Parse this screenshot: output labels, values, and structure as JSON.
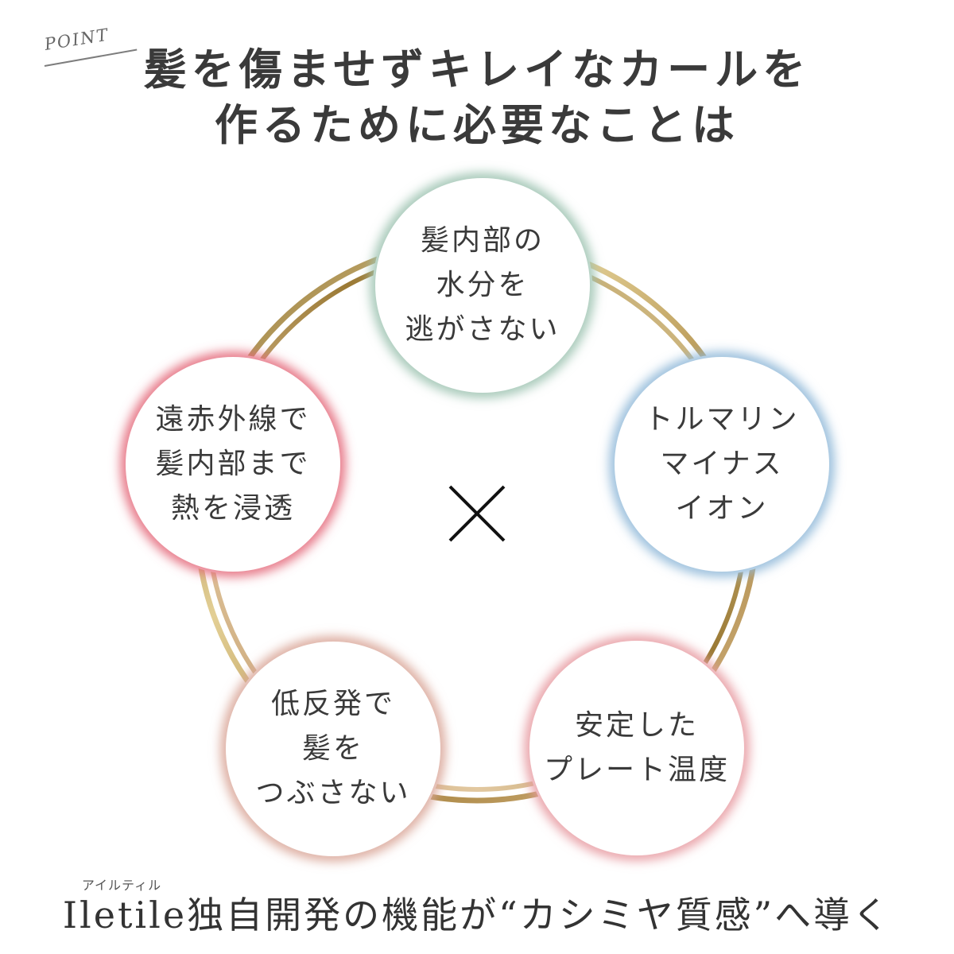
{
  "badge": {
    "label": "POINT"
  },
  "headline": {
    "line1": "髪を傷ませずキレイなカールを",
    "line2": "作るために必要なことは"
  },
  "center_symbol": "×",
  "features": [
    {
      "id": "top",
      "lines": [
        "髪内部の",
        "水分を",
        "逃がさない"
      ],
      "color": "#9cc2b0"
    },
    {
      "id": "right",
      "lines": [
        "トルマリン",
        "マイナス",
        "イオン"
      ],
      "color": "#8fb8d8"
    },
    {
      "id": "bottom-right",
      "lines": [
        "安定した",
        "プレート温度"
      ],
      "color": "#e79aa0"
    },
    {
      "id": "bottom-left",
      "lines": [
        "低反発で",
        "髪を",
        "つぶさない"
      ],
      "color": "#d9a597"
    },
    {
      "id": "left",
      "lines": [
        "遠赤外線で",
        "髪内部まで",
        "熱を浸透"
      ],
      "color": "#e4697a"
    }
  ],
  "ring_colors": {
    "gold_light": "#dcc48a",
    "gold_dark": "#9a7b36",
    "bronze": "#b58a5a"
  },
  "footer": {
    "brand": "Iletile",
    "brand_ruby": "アイルティル",
    "text": "独自開発の機能が“カシミヤ質感”へ導く"
  }
}
